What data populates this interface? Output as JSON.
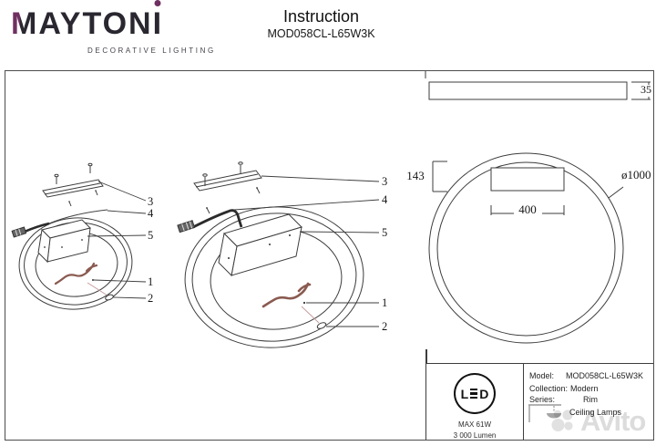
{
  "header": {
    "logo": {
      "m": "M",
      "rest": "AYTON",
      "i": "I",
      "tagline": "DECORATIVE LIGHTING"
    },
    "title": "Instruction",
    "model": "MOD058CL-L65W3K"
  },
  "diagram": {
    "part_labels": {
      "bracket": "3",
      "cord": "4",
      "driver": "5",
      "wire": "1",
      "clip": "2"
    },
    "dims": {
      "thickness": "35",
      "canopy_drop": "143",
      "canopy_width": "400",
      "diameter": "ø1000"
    }
  },
  "spec": {
    "led": {
      "l": "L",
      "d": "D"
    },
    "max_power": "MAX 61W",
    "lumen": "3 000 Lumen",
    "rows": [
      {
        "label": "Model:",
        "value": "MOD058CL-L65W3K"
      },
      {
        "label": "Collection:",
        "value": "Modern"
      },
      {
        "label": "Series:",
        "value": "Rim"
      },
      {
        "label": "",
        "value": "Ceiling Lamps"
      }
    ]
  },
  "watermark": {
    "text": "Avito"
  }
}
